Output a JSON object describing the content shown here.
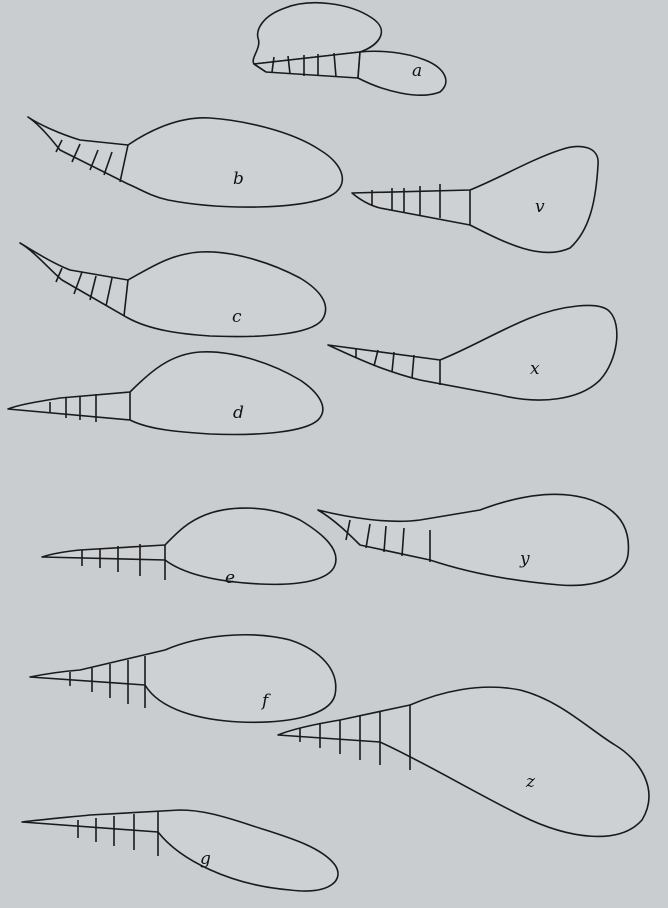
{
  "figures": [
    {
      "id": "a",
      "label": "a"
    },
    {
      "id": "b",
      "label": "b"
    },
    {
      "id": "c",
      "label": "c"
    },
    {
      "id": "d",
      "label": "d"
    },
    {
      "id": "e",
      "label": "e"
    },
    {
      "id": "f",
      "label": "f"
    },
    {
      "id": "g",
      "label": "g"
    },
    {
      "id": "v",
      "label": "v"
    },
    {
      "id": "x",
      "label": "x"
    },
    {
      "id": "y",
      "label": "y"
    },
    {
      "id": "z",
      "label": "z"
    }
  ]
}
